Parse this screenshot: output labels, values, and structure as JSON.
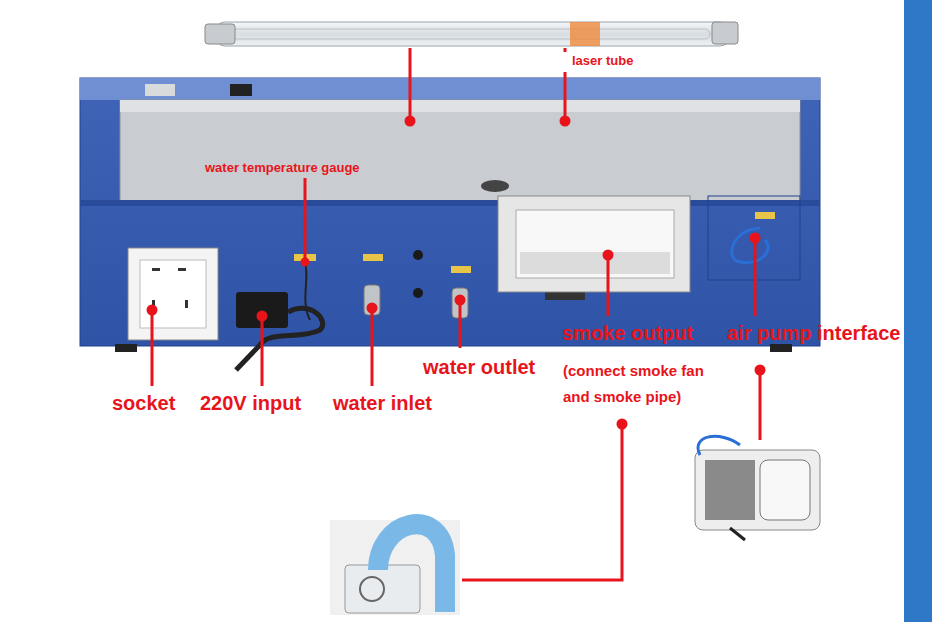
{
  "diagram": {
    "labels": [
      "laser tube",
      "water temperature gauge",
      "smoke output",
      "air pump interface",
      "water outlet",
      "(connect smoke fan and smoke pipe)",
      "socket",
      "220V input",
      "water inlet"
    ]
  }
}
